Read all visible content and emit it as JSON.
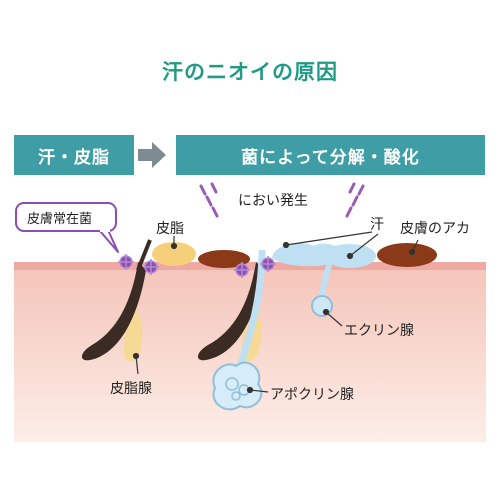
{
  "title": "汗のニオイの原因",
  "banner_left": "汗・皮脂",
  "banner_right": "菌によって分解・酸化",
  "labels": {
    "smell": "におい発生",
    "bacteria": "皮膚常在菌",
    "sebum": "皮脂",
    "sweat": "汗",
    "skin_dirt": "皮膚のアカ",
    "eccrine": "エクリン腺",
    "sebaceous": "皮脂腺",
    "apocrine": "アポクリン腺"
  },
  "colors": {
    "title": "#1f9a86",
    "banner": "#3f9ea5",
    "skin_top": "#f2b6b0",
    "skin_body": "#f9ddd4",
    "bacteria": "#8a4fb0",
    "sebum": "#f6cf7a",
    "sweat": "#bfe0f2",
    "dirt": "#8a3a18"
  }
}
